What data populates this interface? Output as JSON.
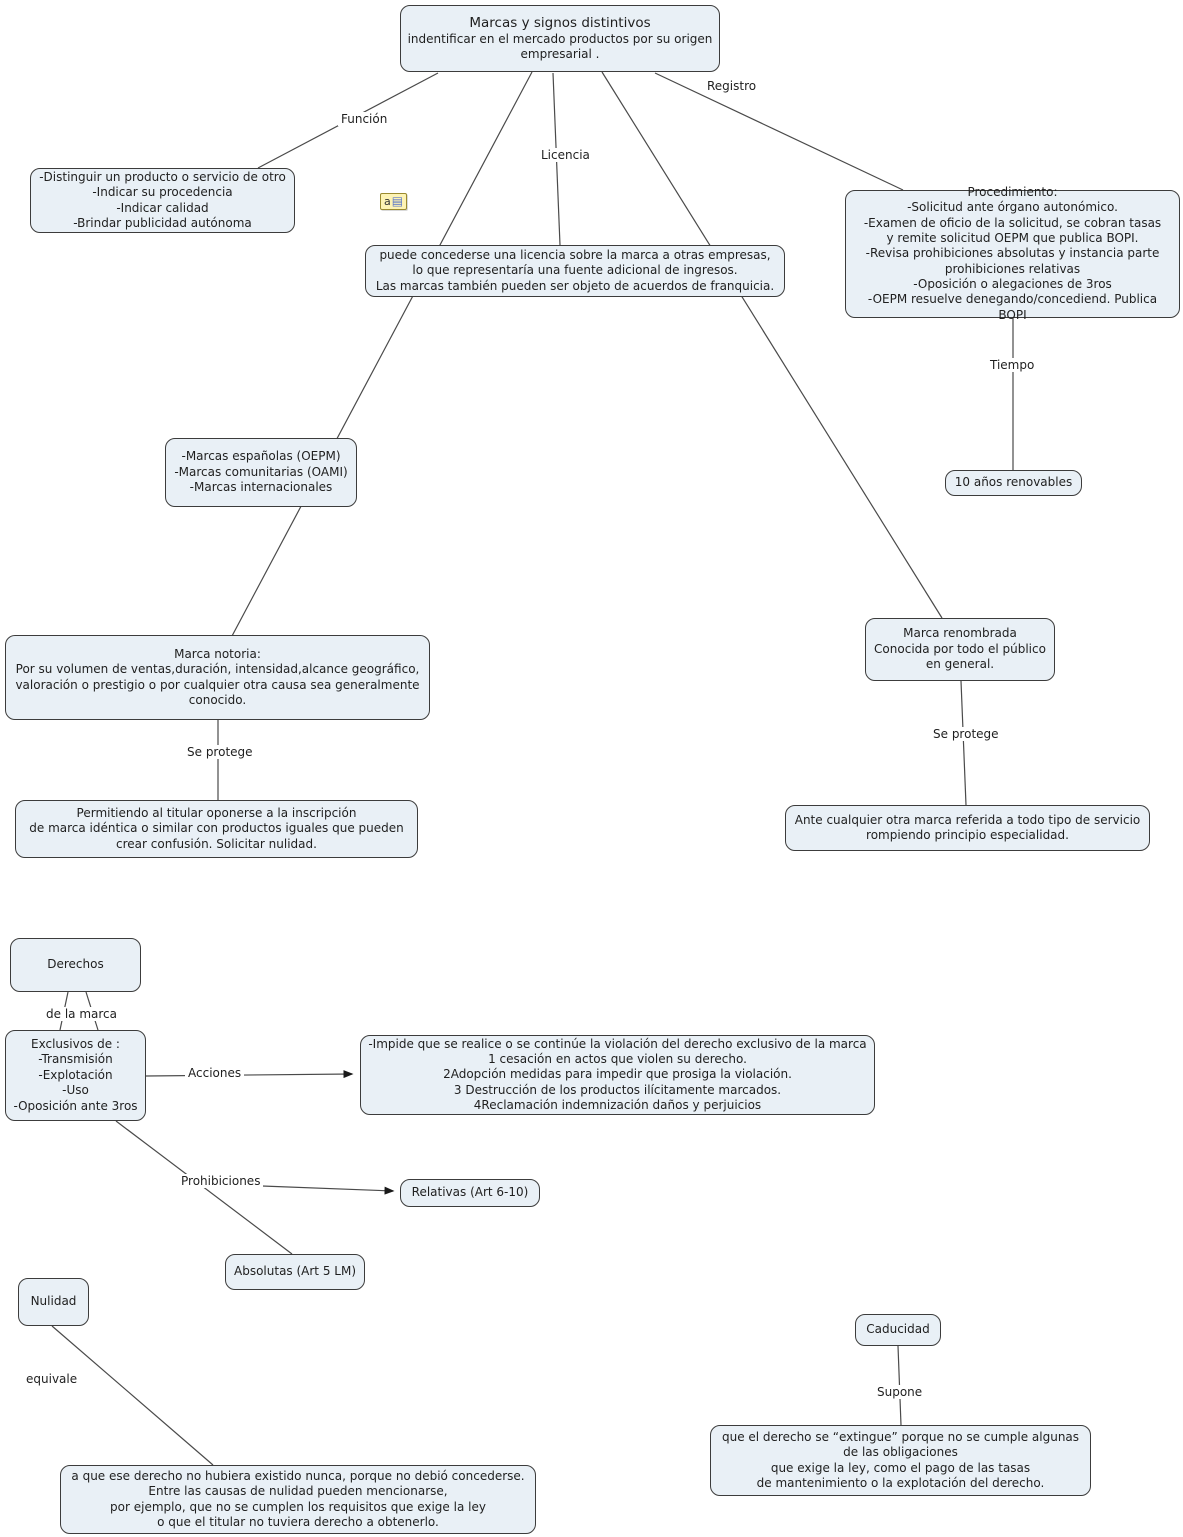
{
  "colors": {
    "node_fill": "#e9f0f6",
    "node_border": "#3c3c3c",
    "connector": "#4a4a4a",
    "text": "#1f1f1f"
  },
  "icons": {
    "attachment_letter": "a",
    "attachment_doc": "▤"
  },
  "nodes": {
    "title": {
      "heading": "Marcas y signos distintivos",
      "body": "indentificar en el mercado productos por su origen\nempresarial ."
    },
    "funcion": {
      "text": "-Distinguir un producto o servicio de otro\n-Indicar su procedencia\n-Indicar calidad\n-Brindar publicidad autónoma"
    },
    "licencia": {
      "text": "puede concederse una licencia sobre la marca a otras empresas,\nlo que representaría una fuente adicional de ingresos.\nLas marcas también pueden ser objeto de acuerdos de franquicia."
    },
    "procedimiento": {
      "text": "Procedimiento:\n-Solicitud ante órgano autonómico.\n-Examen de oficio de la solicitud, se cobran tasas\ny remite solicitud OEPM que publica BOPI.\n-Revisa prohibiciones absolutas y instancia parte\nprohibiciones relativas\n-Oposición o alegaciones de 3ros\n-OEPM resuelve denegando/concediend. Publica BOPI"
    },
    "tipos_marcas": {
      "text": "-Marcas españolas (OEPM)\n-Marcas comunitarias (OAMI)\n-Marcas internacionales"
    },
    "renovables": {
      "text": "10 años renovables"
    },
    "renombrada": {
      "text": "Marca renombrada\nConocida por todo el público\nen general."
    },
    "renombrada_proteccion": {
      "text": "Ante cualquier otra marca referida a todo tipo de servicio\nrompiendo principio especialidad."
    },
    "notoria": {
      "text": "Marca notoria:\nPor su volumen de ventas,duración, intensidad,alcance geográfico,\nvaloración o prestigio o por cualquier otra causa sea generalmente\nconocido."
    },
    "notoria_proteccion": {
      "text": "Permitiendo al titular oponerse a la inscripción\nde marca idéntica o similar con productos iguales que pueden\ncrear confusión. Solicitar nulidad."
    },
    "derechos": {
      "text": "Derechos"
    },
    "exclusivos": {
      "text": "Exclusivos de :\n-Transmisión\n-Explotación\n-Uso\n-Oposición ante 3ros"
    },
    "acciones_detalle": {
      "text": "-Impide que se realice o se continúe la violación del derecho exclusivo de la marca\n1 cesación en actos que violen su derecho.\n2Adopción medidas para impedir que prosiga la violación.\n3 Destrucción de los productos ilícitamente marcados.\n4Reclamación indemnización daños y perjuicios"
    },
    "relativas": {
      "text": "Relativas (Art 6-10)"
    },
    "absolutas": {
      "text": "Absolutas (Art 5 LM)"
    },
    "nulidad": {
      "text": "Nulidad"
    },
    "nulidad_detalle": {
      "text": "a que ese derecho no hubiera existido nunca, porque no debió concederse.\nEntre las causas de nulidad pueden mencionarse,\npor ejemplo, que no se cumplen los requisitos que exige la ley\no que el titular no tuviera derecho a obtenerlo."
    },
    "caducidad": {
      "text": "Caducidad"
    },
    "caducidad_detalle": {
      "text": "que el derecho se “extingue” porque no se cumple algunas\nde las obligaciones\nque exige la ley, como el pago de las tasas\nde mantenimiento o la explotación del derecho."
    }
  },
  "labels": {
    "funcion": "Función",
    "licencia": "Licencia",
    "registro": "Registro",
    "tiempo": "Tiempo",
    "se_protege_renombrada": "Se protege",
    "se_protege_notoria": "Se protege",
    "de_la_marca": "de la marca",
    "acciones": "Acciones",
    "prohibiciones": "Prohibiciones",
    "equivale": "equivale",
    "supone": "Supone"
  }
}
